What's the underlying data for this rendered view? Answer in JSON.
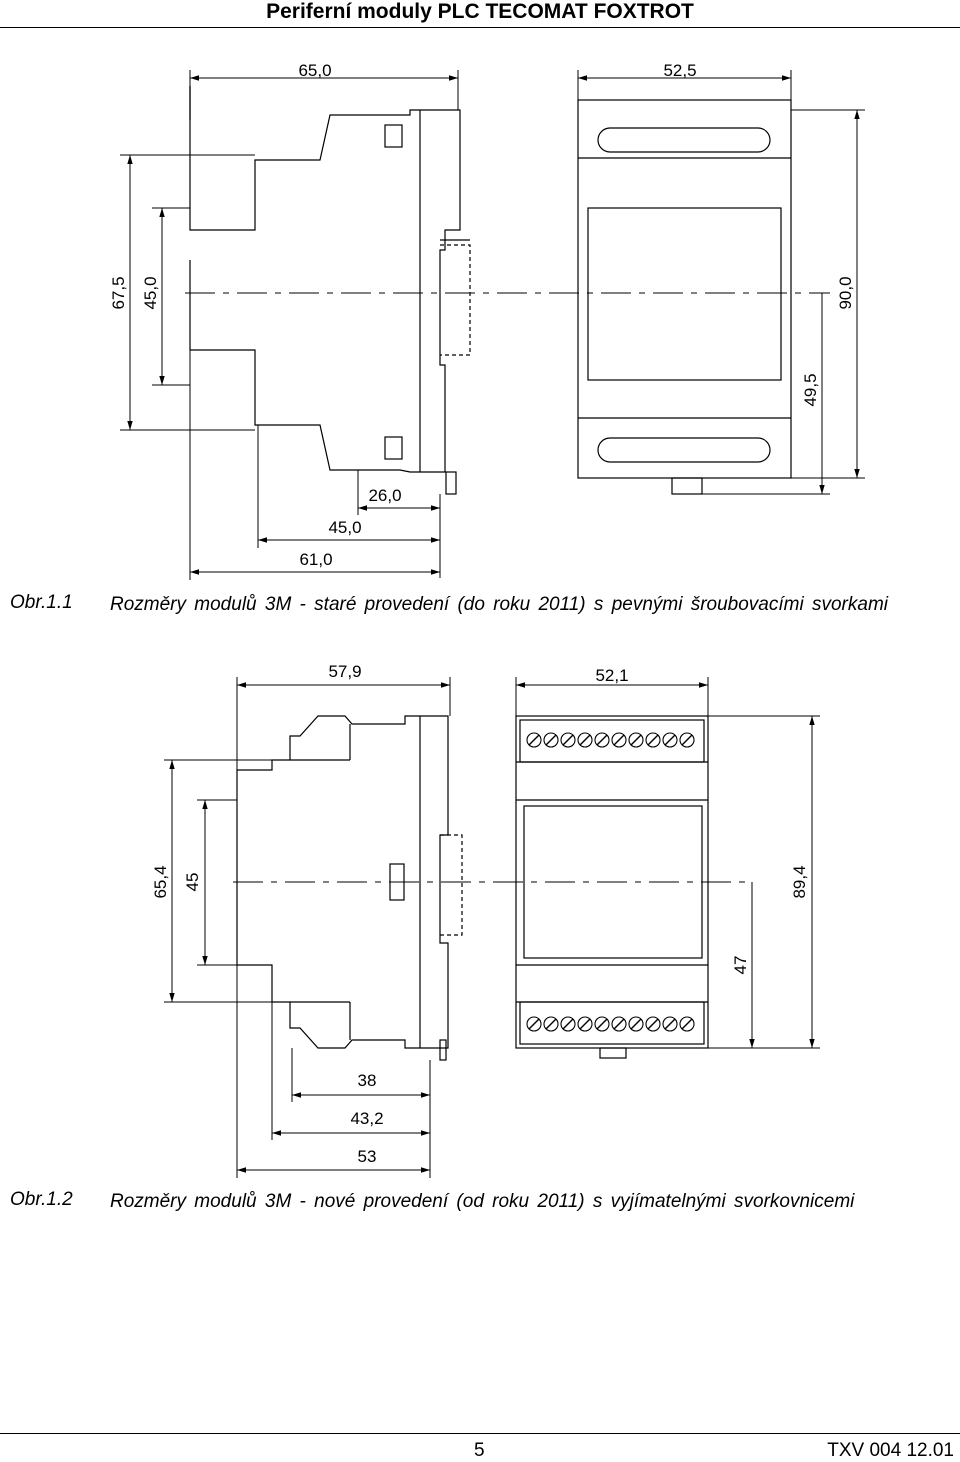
{
  "header": {
    "title": "Periferní moduly PLC TECOMAT FOXTROT"
  },
  "figure1": {
    "dims": {
      "top_left": "65,0",
      "top_right": "52,5",
      "h_outer": "67,5",
      "h_inner": "45,0",
      "h_total": "90,0",
      "h_half": "49,5",
      "b_1": "26,0",
      "b_2": "45,0",
      "b_3": "61,0"
    },
    "caption_label": "Obr.1.1",
    "caption_text": "Rozměry modulů 3M - staré provedení (do roku 2011) s pevnými šroubovacími svorkami"
  },
  "figure2": {
    "dims": {
      "top_left": "57,9",
      "top_right": "52,1",
      "h_outer": "65,4",
      "h_inner": "45",
      "h_total": "89,4",
      "h_half": "47",
      "b_1": "38",
      "b_2": "43,2",
      "b_3": "53"
    },
    "caption_label": "Obr.1.2",
    "caption_text": "Rozměry modulů 3M - nové provedení (od roku 2011) s vyjímatelnými svorkovnicemi"
  },
  "footer": {
    "page_number": "5",
    "doc_code": "TXV 004 12.01"
  }
}
